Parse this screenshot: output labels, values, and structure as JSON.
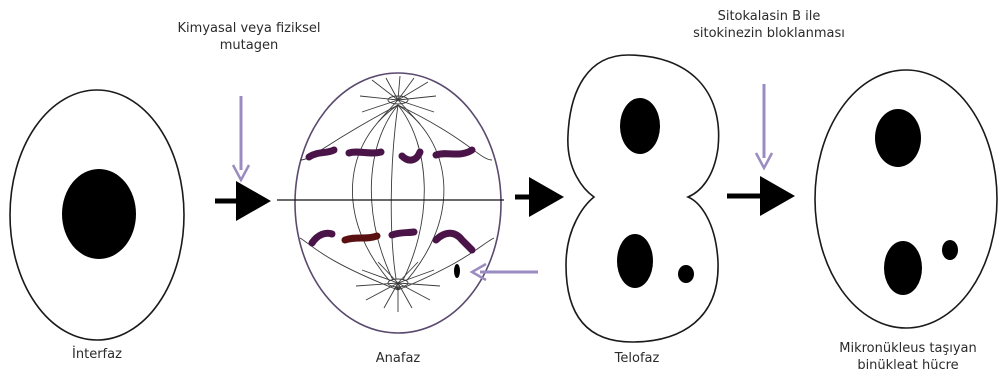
{
  "annotations": {
    "mutagen_line1": "Kimyasal veya fiziksel",
    "mutagen_line2": "mutagen",
    "cytob_line1": "Sitokalasin B ile",
    "cytob_line2": "sitokinezin bloklanması"
  },
  "stages": {
    "interphase": "İnterfaz",
    "anaphase": "Anafaz",
    "telophase": "Telofaz",
    "binucleate_line1": "Mikronükleus taşıyan",
    "binucleate_line2": "binükleat hücre"
  },
  "colors": {
    "outline": "#1a1a1a",
    "nucleus": "#000000",
    "chromosome": "#4a1448",
    "chromosome_lagging": "#5a1010",
    "annotation_arrow": "#9a8cc0",
    "process_arrow": "#000000"
  }
}
